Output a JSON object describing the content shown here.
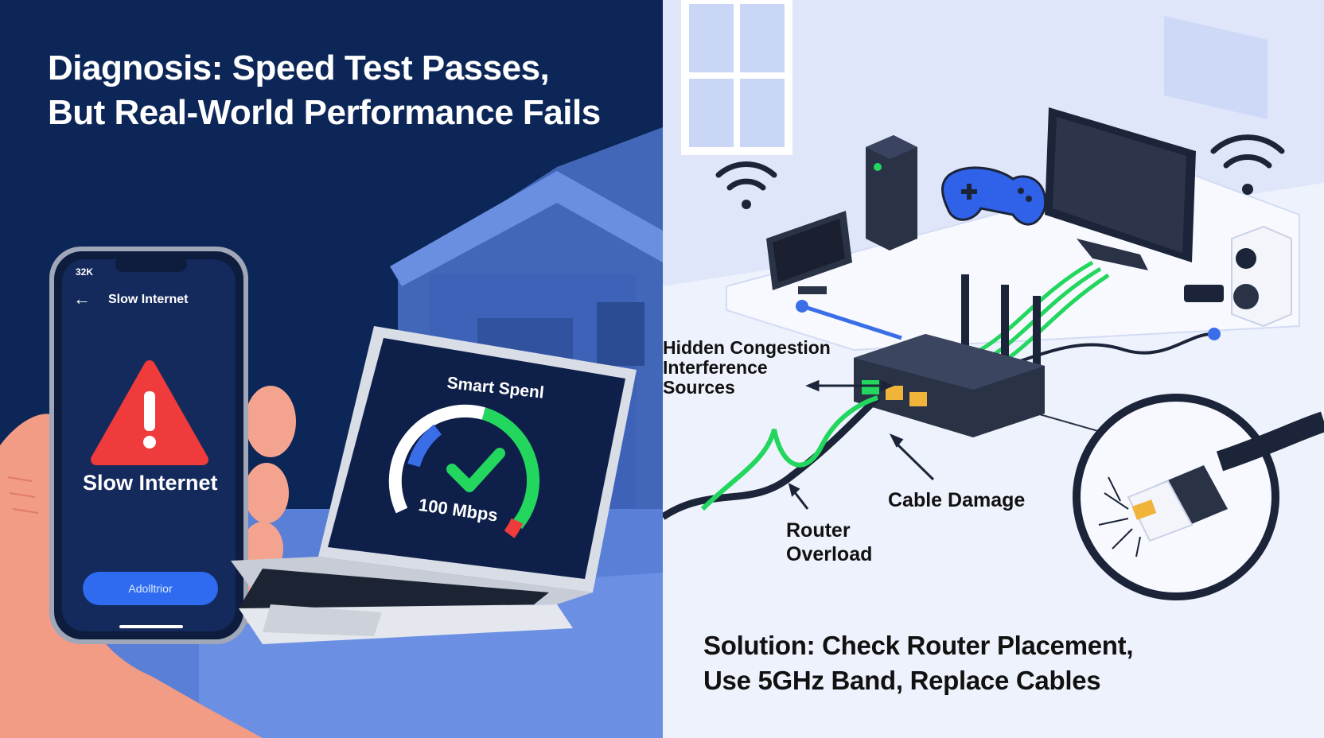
{
  "left_panel": {
    "headline": {
      "line1": "Diagnosis: Speed Test Passes,",
      "line2": "But Real-World Performance Fails"
    },
    "phone": {
      "status_time": "32K",
      "back_icon": "arrow-left-icon",
      "screen_title": "Slow Internet",
      "alert_icon": "warning-triangle-icon",
      "alert_text": "Slow Internet",
      "button_label": "Adolltrior"
    },
    "laptop": {
      "app_title": "Smart Spenl",
      "speed_value": "100 Mbps",
      "gauge_icon": "checkmark-icon"
    }
  },
  "right_panel": {
    "callouts": {
      "interference": [
        "Hidden Congestion",
        "Interference",
        "Sources"
      ],
      "cable_damage": "Cable Damage",
      "router_overload": [
        "Router",
        "Overload"
      ]
    },
    "solution": {
      "lead": "Solution:",
      "line1": "Check Router Placement,",
      "line2": "Use 5GHz Band, Replace Cables"
    },
    "icons": [
      "wifi-icon",
      "desktop-tower-icon",
      "gamepad-icon",
      "monitor-icon",
      "tv-icon",
      "speaker-icon",
      "router-icon",
      "ethernet-plug-icon"
    ]
  },
  "colors": {
    "left_bg": "#0d2658",
    "right_bg": "#e9eefb",
    "alert_red": "#ef3b3b",
    "signal_green": "#22d65e",
    "accent_blue": "#2e6bf0"
  }
}
